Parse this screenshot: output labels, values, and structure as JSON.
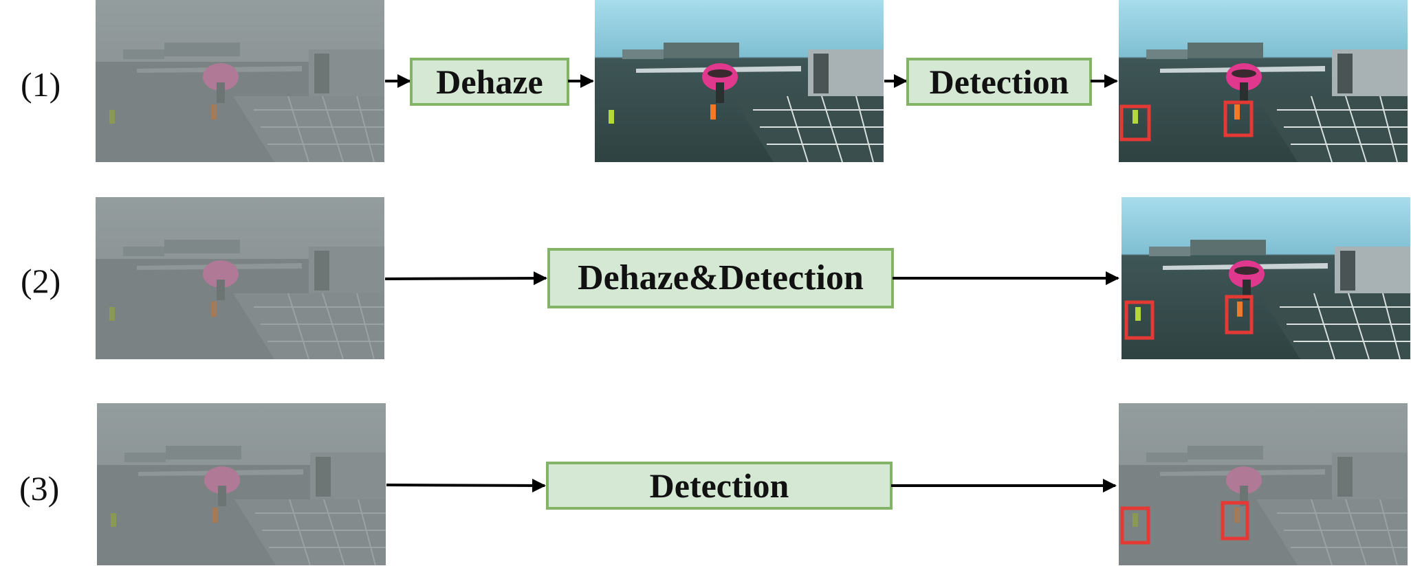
{
  "rows": [
    {
      "label": "(1)",
      "steps": [
        "Dehaze",
        "Detection"
      ],
      "input_image": "hazy-airport-photo",
      "intermediate_image": "dehazed-airport-photo",
      "output_image": "dehazed-airport-photo-with-detections"
    },
    {
      "label": "(2)",
      "steps": [
        "Dehaze&Detection"
      ],
      "input_image": "hazy-airport-photo",
      "output_image": "dehazed-airport-photo-with-detections"
    },
    {
      "label": "(3)",
      "steps": [
        "Detection"
      ],
      "input_image": "hazy-airport-photo",
      "output_image": "hazy-airport-photo-with-detections"
    }
  ],
  "colors": {
    "box_fill": "#d5e8d4",
    "box_border": "#82b366",
    "detection_box": "#e53935",
    "haze_tint": "#8a9393",
    "clear_sky": "#8ec9de"
  }
}
